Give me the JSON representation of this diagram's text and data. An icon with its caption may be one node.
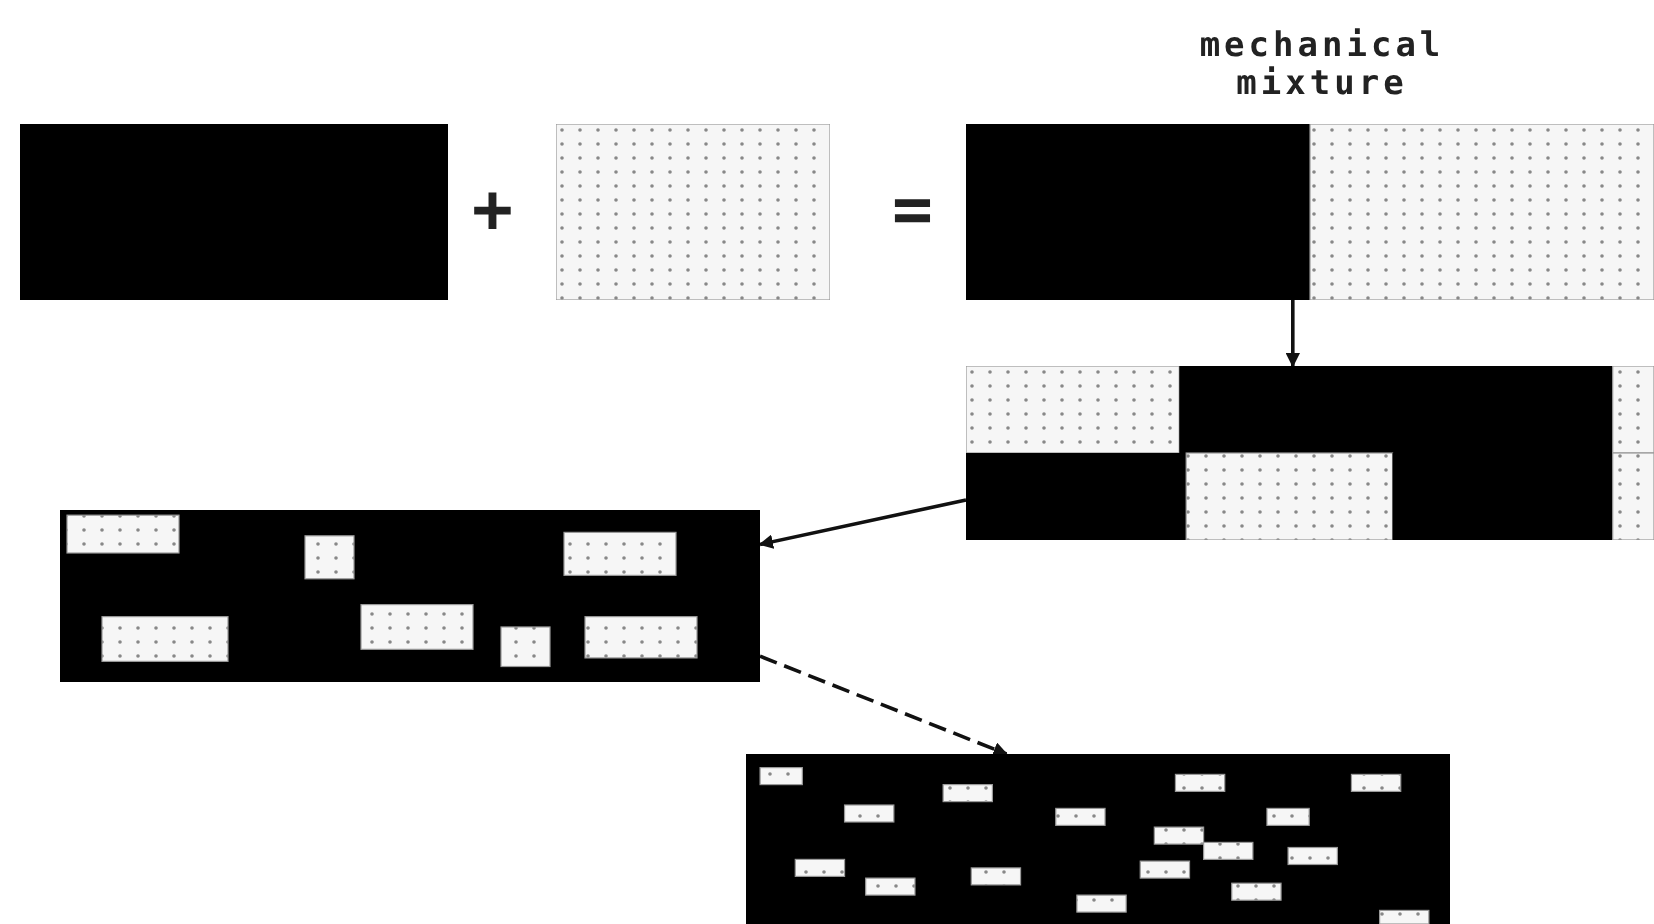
{
  "diagram": {
    "nodes": [
      {
        "text": [],
        "shape": "box"
      },
      {
        "text": [],
        "shape": "box"
      },
      {
        "text": [
          "mechanical mixture"
        ]
      },
      {
        "text": [],
        "shape": "box"
      },
      {
        "text": [],
        "shape": "box"
      },
      {
        "text": [],
        "shape": "box"
      }
    ],
    "edges": [
      {
        "from": 2,
        "to": 3,
        "arrow": "to"
      },
      {
        "from": 3,
        "to": 4,
        "arrow": "to"
      },
      {
        "from": 4,
        "to": 5,
        "arrow": "to",
        "style": "dashed"
      }
    ],
    "labels": [
      "+",
      "="
    ]
  }
}
